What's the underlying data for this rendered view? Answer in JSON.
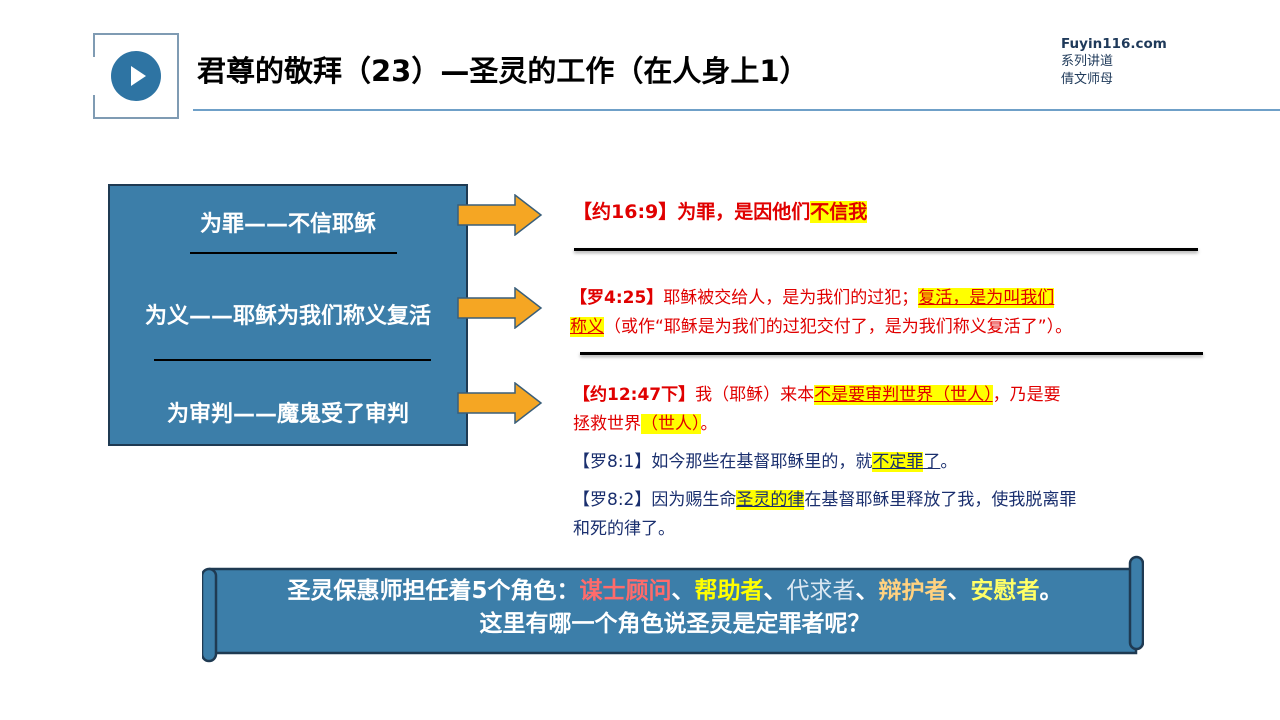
{
  "header": {
    "title": "君尊的敬拜（23）—圣灵的工作（在人身上1）",
    "site": "Fuyin116.com",
    "series": "系列讲道",
    "speaker": "倩文师母"
  },
  "left_box": {
    "items": [
      "为罪——不信耶稣",
      "为义——耶稣为我们称义复活",
      "为审判——魔鬼受了审判"
    ]
  },
  "verses": {
    "v1": {
      "ref": "【约16:9】",
      "pre": "为罪，是因他们",
      "hl": "不信我"
    },
    "v2": {
      "ref": "【罗4:25】",
      "pre": "耶稣被交给人，是为我们的过犯；",
      "hl1": "复活，是为叫我们",
      "hl2": "称义",
      "post": "（或作“耶稣是为我们的过犯交付了，是为我们称义复活了”）。"
    },
    "v3": {
      "ref": "【约12:47下】",
      "pre": "我（耶稣）来本",
      "hl": "不是要审判世界（世人）",
      "mid": "，乃是要",
      "pre2": "拯救世界",
      "hl2": "（世人）",
      "post": "。"
    },
    "v4": {
      "ref": "【罗8:1】",
      "pre": "如今那些在基督耶稣里的，就",
      "hl": "不定罪",
      "u": "了",
      "post": "。"
    },
    "v5": {
      "ref": "【罗8:2】",
      "pre": "因为赐生命",
      "hl": "圣灵的律",
      "post": "在基督耶稣里释放了我，使我脱离罪",
      "line2": "和死的律了。"
    }
  },
  "scroll": {
    "lead": "圣灵保惠师担任着5个角色：",
    "roles": [
      "谋士顾问",
      "帮助者",
      "代求者",
      "辩护者",
      "安慰者"
    ],
    "sep": "、",
    "end": "。",
    "question": "这里有哪一个角色说圣灵是定罪者呢？"
  },
  "colors": {
    "box_blue": "#3c7ea9",
    "arrow_orange": "#f5a623",
    "highlight": "#ffff00",
    "verse_red": "#e00000",
    "verse_navy": "#1a2f6e"
  }
}
